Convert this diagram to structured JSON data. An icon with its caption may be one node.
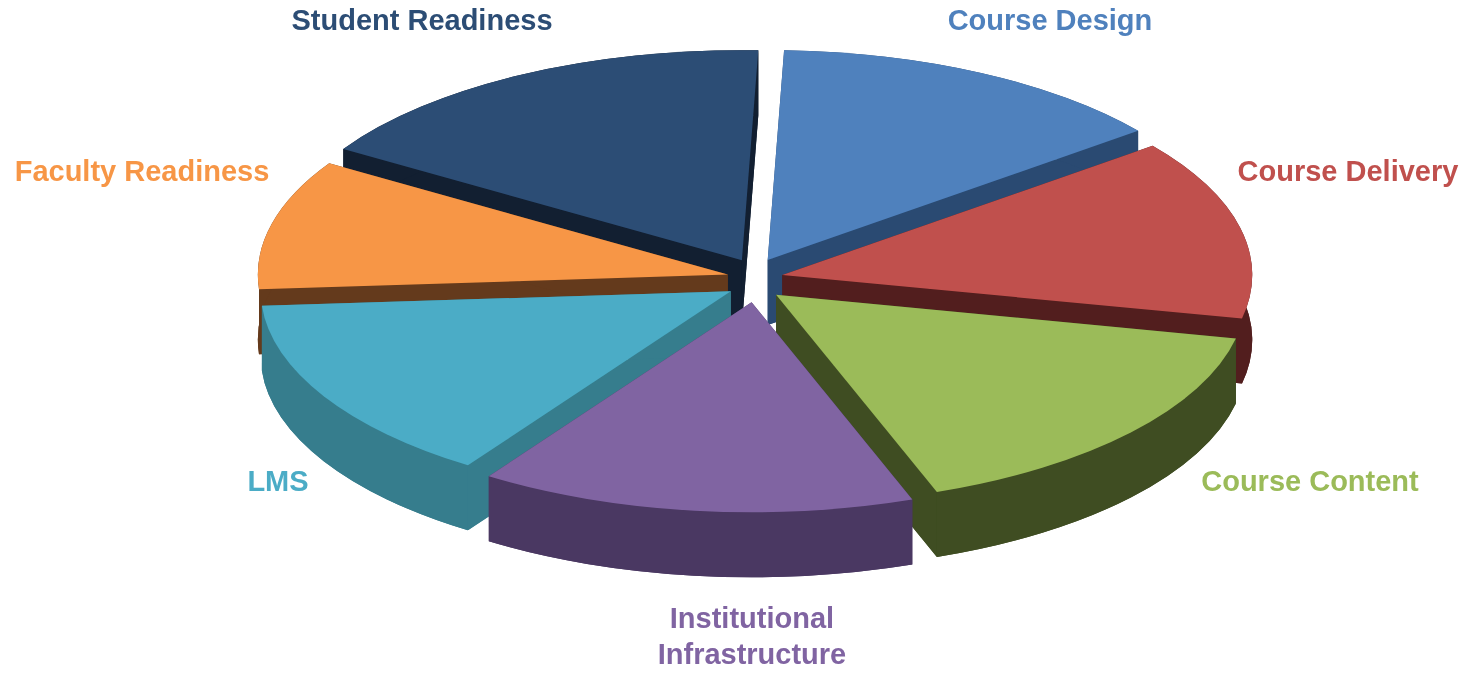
{
  "diagram": {
    "nodes": [
      {
        "text": [
          "Course Design"
        ]
      },
      {
        "text": [
          "Course Delivery"
        ]
      },
      {
        "text": [
          "Course Content"
        ]
      },
      {
        "text": [
          "Institutional Infrastructure"
        ]
      },
      {
        "text": [
          "LMS"
        ]
      },
      {
        "text": [
          "Faculty Readiness"
        ]
      },
      {
        "text": [
          "Student Readiness"
        ]
      }
    ]
  }
}
